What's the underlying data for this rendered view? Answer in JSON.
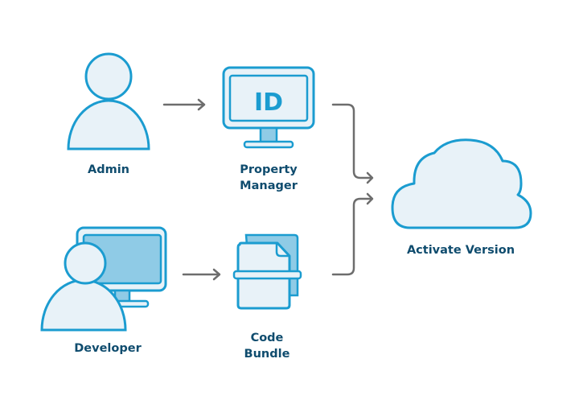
{
  "diagram": {
    "nodes": [
      {
        "id": "admin",
        "label_lines": [
          "Admin"
        ],
        "icon": "person-icon"
      },
      {
        "id": "property-manager",
        "label_lines": [
          "Property",
          "Manager"
        ],
        "icon": "monitor-id-icon",
        "icon_text": "ID"
      },
      {
        "id": "developer",
        "label_lines": [
          "Developer"
        ],
        "icon": "person-at-monitor-icon"
      },
      {
        "id": "code-bundle",
        "label_lines": [
          "Code",
          "Bundle"
        ],
        "icon": "document-bundle-icon"
      },
      {
        "id": "activate-version",
        "label_lines": [
          "Activate Version"
        ],
        "icon": "cloud-icon"
      }
    ],
    "edges": [
      {
        "from": "admin",
        "to": "property-manager"
      },
      {
        "from": "developer",
        "to": "code-bundle"
      },
      {
        "from": "property-manager",
        "to": "activate-version"
      },
      {
        "from": "code-bundle",
        "to": "activate-version"
      }
    ],
    "colors": {
      "stroke": "#1b9cd0",
      "fill_light": "#e8f2f8",
      "fill_mid": "#8fcbe6",
      "arrow": "#6d6d6d",
      "label": "#0f4c6e"
    }
  }
}
